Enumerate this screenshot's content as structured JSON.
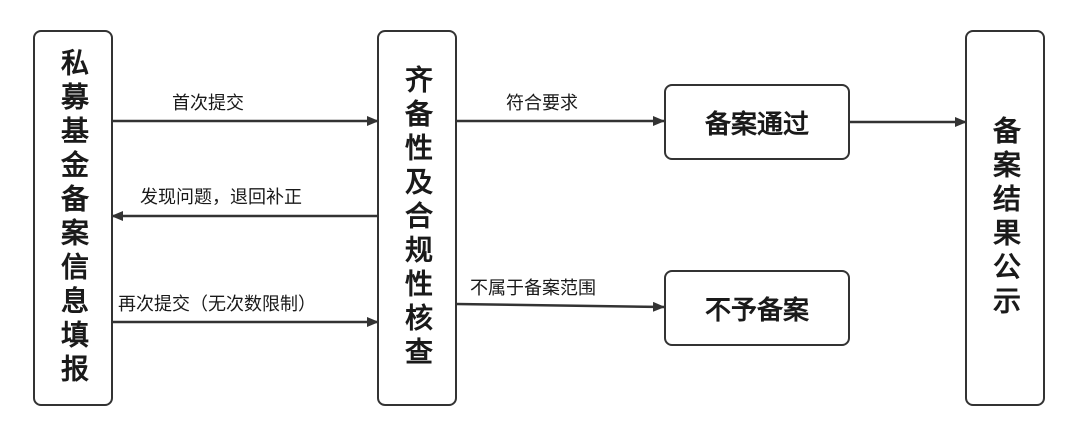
{
  "nodes": {
    "fill_in": "私募基金备案信息填报",
    "review": "齐备性及合规性核查",
    "approved": "备案通过",
    "rejected": "不予备案",
    "publish": "备案结果公示"
  },
  "edges": {
    "first_submit": "首次提交",
    "return_fix": "发现问题，退回补正",
    "resubmit": "再次提交（无次数限制）",
    "compliant": "符合要求",
    "out_of_scope": "不属于备案范围"
  }
}
